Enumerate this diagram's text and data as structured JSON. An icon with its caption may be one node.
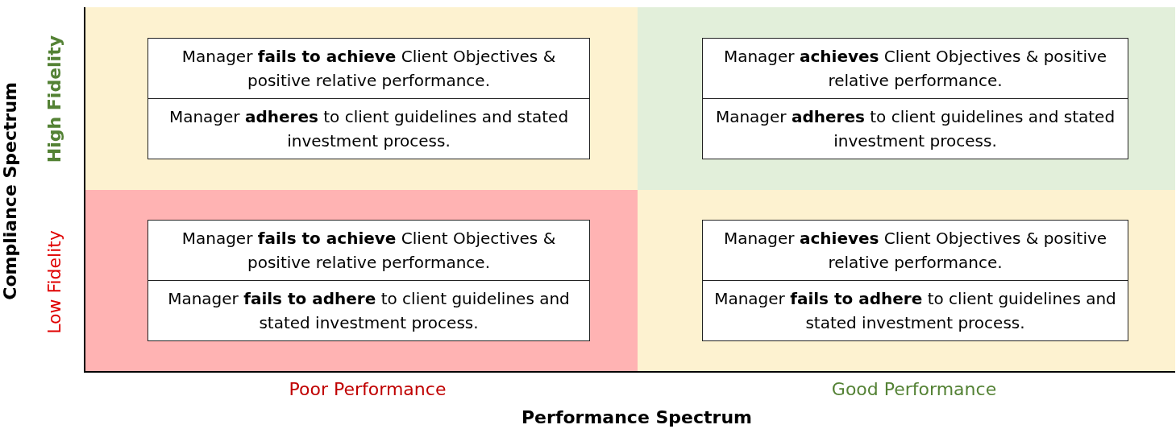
{
  "diagram": {
    "nodes": [
      {
        "text": [],
        "shape": "box"
      },
      {
        "text": [
          "Manager **fails to achieve** Client Objectives & positive relative performance.",
          "Manager **adheres** to client guidelines and stated investment process."
        ],
        "in": 0
      },
      {
        "text": [],
        "shape": "box"
      },
      {
        "text": [
          "Manager **achieves** Client Objectives & positive relative performance.",
          "Manager **adheres** to client guidelines and stated investment process."
        ],
        "in": 2
      },
      {
        "text": [],
        "shape": "box"
      },
      {
        "text": [
          "Manager **fails to achieve** Client Objectives & positive relative performance.",
          "Manager **fails to adhere** to client guidelines and stated investment process."
        ],
        "in": 4
      },
      {
        "text": [],
        "shape": "box"
      },
      {
        "text": [
          "Manager **achieves** Client Objectives & positive relative performance.",
          "Manager **fails to adhere** to client guidelines and stated investment process."
        ],
        "in": 6
      }
    ],
    "labels": [
      "Compliance Spectrum",
      "High Fidelity",
      "Low Fidelity",
      "Poor Performance",
      "Good Performance",
      "Performance Spectrum"
    ]
  }
}
